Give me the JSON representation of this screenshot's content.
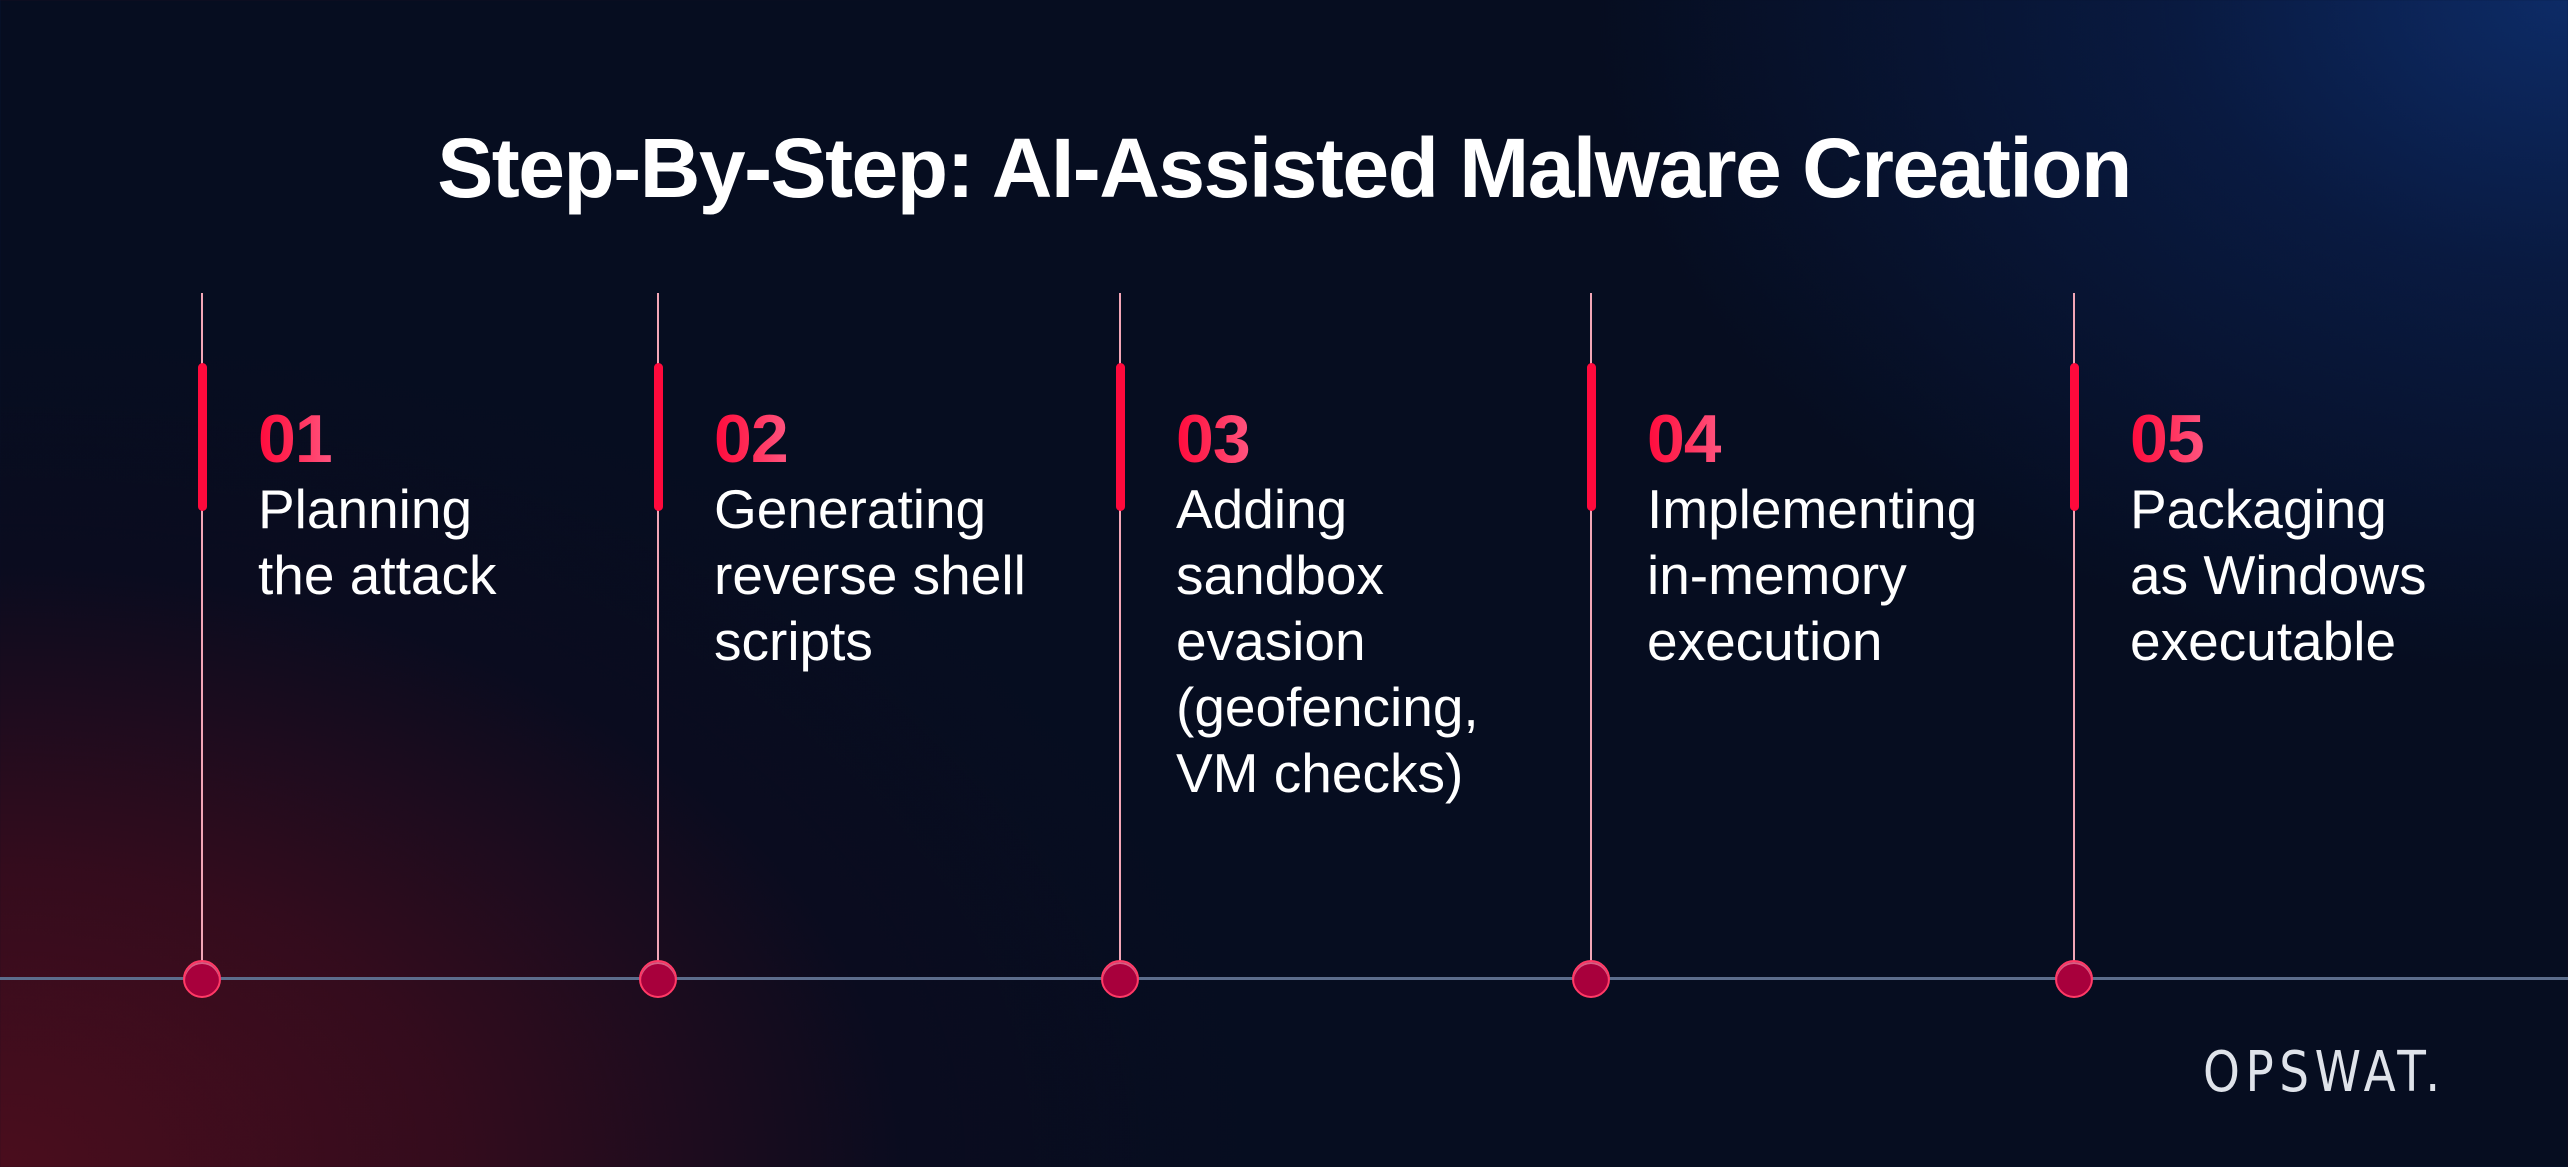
{
  "title": "Step-By-Step: AI-Assisted Malware Creation",
  "colors": {
    "background_center": "#060d20",
    "background_top_right": "#0d2b66",
    "background_bottom_left": "#4a0d1d",
    "accent": "#ff0a3c",
    "accent_light": "#ff5580",
    "dot_fill": "#a8003c",
    "stem": "#f2a6b6",
    "axis": "#5c6d8c",
    "text": "#ffffff",
    "logo": "#dfe3ea"
  },
  "steps": [
    {
      "number": "01",
      "label": "Planning\nthe attack"
    },
    {
      "number": "02",
      "label": "Generating\nreverse shell\nscripts"
    },
    {
      "number": "03",
      "label": "Adding\nsandbox\nevasion\n(geofencing,\nVM checks)"
    },
    {
      "number": "04",
      "label": "Implementing\nin-memory\nexecution"
    },
    {
      "number": "05",
      "label": "Packaging\nas Windows\nexecutable"
    }
  ],
  "logo": {
    "text": "OPSWAT."
  }
}
